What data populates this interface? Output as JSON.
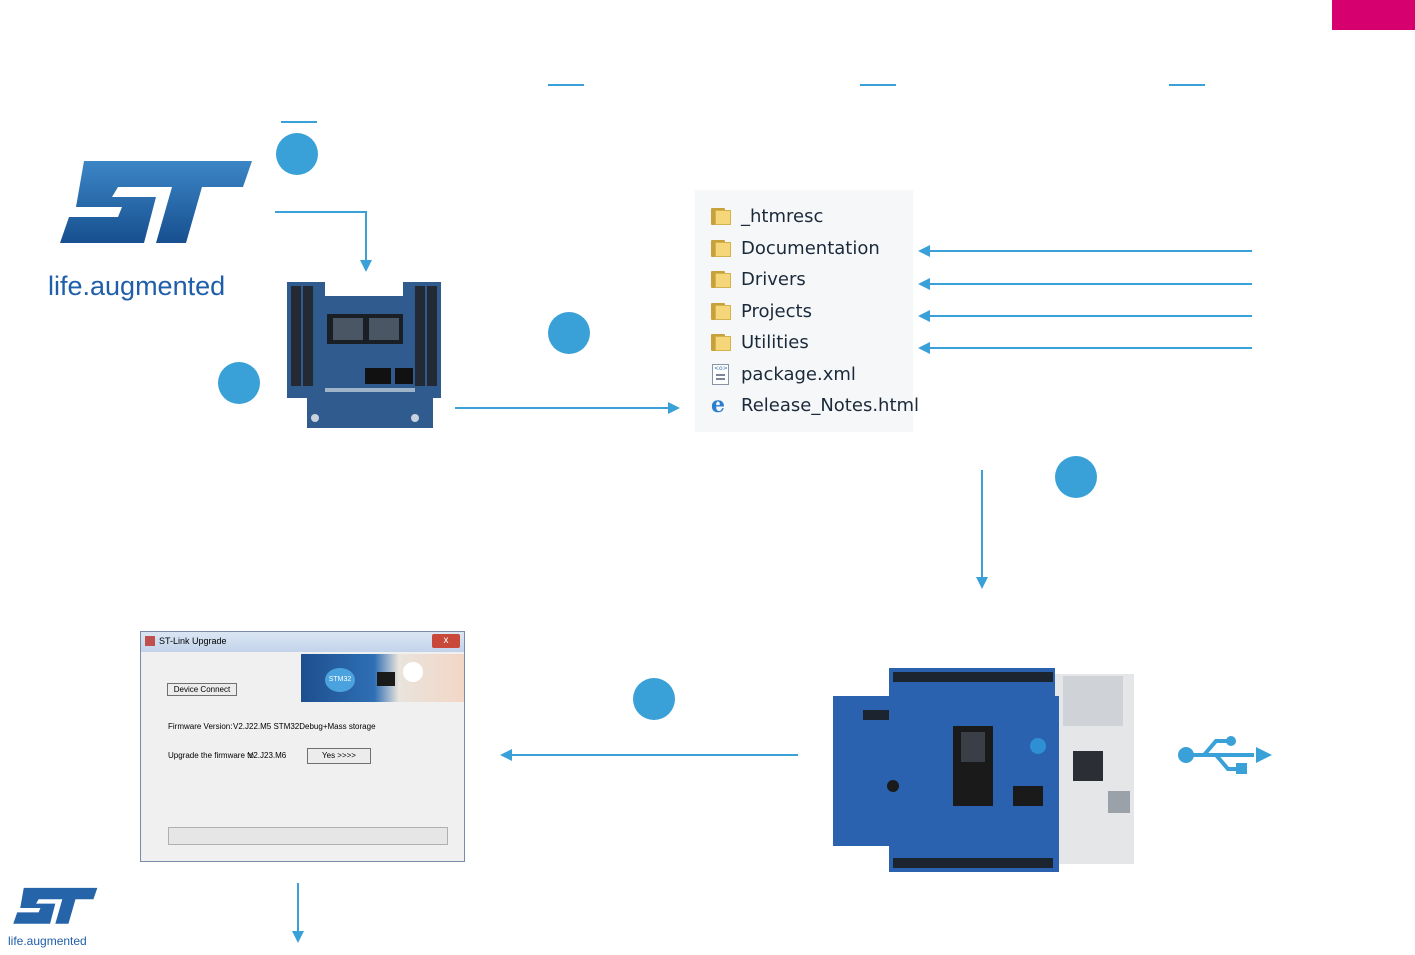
{
  "logo": {
    "main_tagline": "life.augmented",
    "small_tagline": "life.augmented"
  },
  "explorer": {
    "items": [
      {
        "name": "_htmresc",
        "type": "folder"
      },
      {
        "name": "Documentation",
        "type": "folder"
      },
      {
        "name": "Drivers",
        "type": "folder"
      },
      {
        "name": "Projects",
        "type": "folder"
      },
      {
        "name": "Utilities",
        "type": "folder"
      },
      {
        "name": "package.xml",
        "type": "xml"
      },
      {
        "name": "Release_Notes.html",
        "type": "html"
      }
    ]
  },
  "stlink_window": {
    "title": "ST-Link Upgrade",
    "close_label": "x",
    "connect_button": "Device Connect",
    "firmware_label": "Firmware Version:",
    "firmware_value": "V2.J22.M5 STM32Debug+Mass storage",
    "upgrade_label": "Upgrade the firmware to",
    "upgrade_value": "V2.J23.M6",
    "yes_button": "Yes >>>>",
    "banner_text": "STM32"
  },
  "colors": {
    "accent": "#3aa0d8",
    "brand_pink": "#d6006f",
    "st_blue": "#1f5ea8",
    "board_blue": "#2a62b0"
  },
  "icons": [
    "st-logo",
    "folder-icon",
    "xml-file-icon",
    "html-file-icon",
    "usb-icon"
  ]
}
